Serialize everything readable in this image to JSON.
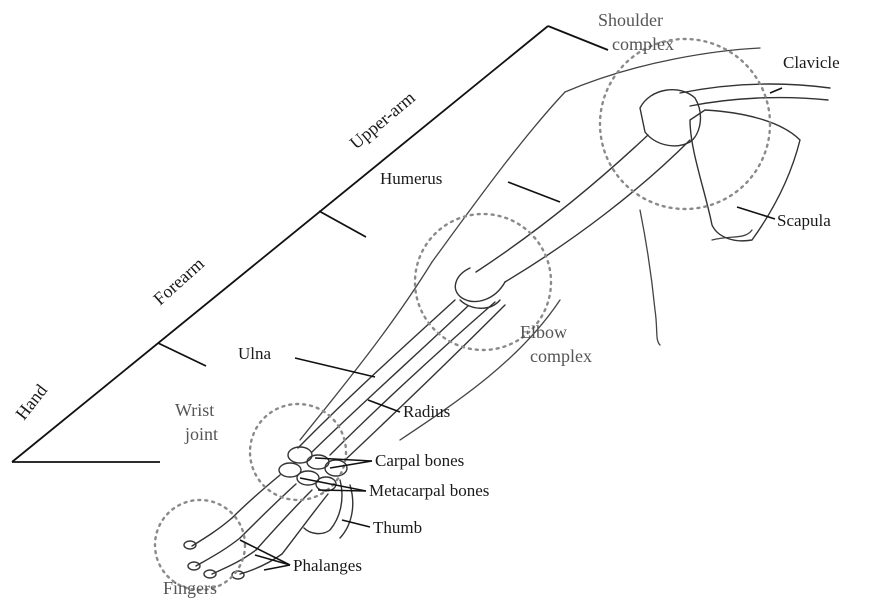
{
  "segments": {
    "hand": "Hand",
    "forearm": "Forearm",
    "upper_arm": "Upper-arm"
  },
  "joints": {
    "shoulder": [
      "Shoulder",
      "complex"
    ],
    "elbow": [
      "Elbow",
      "complex"
    ],
    "wrist": [
      "Wrist",
      "joint"
    ],
    "fingers": "Fingers"
  },
  "bones": {
    "clavicle": "Clavicle",
    "humerus": "Humerus",
    "scapula": "Scapula",
    "ulna": "Ulna",
    "radius": "Radius",
    "carpal": "Carpal bones",
    "metacarpal": "Metacarpal bones",
    "thumb": "Thumb",
    "phalanges": "Phalanges"
  },
  "colors": {
    "line": "#111111",
    "joint_outline": "#8a8a8a",
    "background": "#ffffff"
  }
}
